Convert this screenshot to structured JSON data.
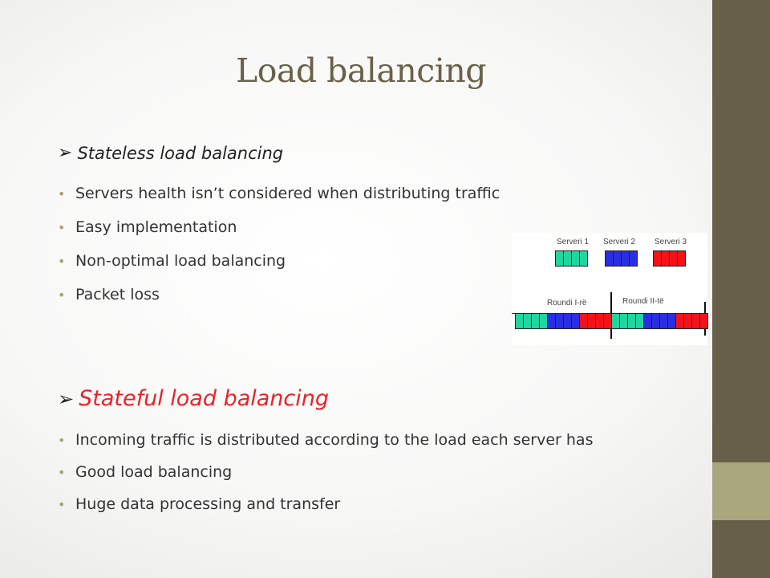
{
  "slide": {
    "title": "Load balancing",
    "colors": {
      "title": "#6a6148",
      "sidebar": "#675f4a",
      "sidebar_accent": "#aaa67e",
      "stateful_heading": "#e8232a"
    }
  },
  "sections": [
    {
      "heading": "Stateless load balancing",
      "bullets": [
        "Servers health isn’t considered when distributing traffic",
        "Easy implementation",
        "Non-optimal load balancing",
        "Packet loss"
      ]
    },
    {
      "heading": "Stateful load balancing",
      "bullets": [
        "Incoming traffic is distributed according to the load each server has",
        "Good load balancing",
        "Huge data processing and transfer"
      ]
    }
  ],
  "diagram": {
    "servers": [
      {
        "label": "Serveri 1",
        "color": "#22d49e"
      },
      {
        "label": "Serveri 2",
        "color": "#2a2ee0"
      },
      {
        "label": "Serveri 3",
        "color": "#f0141a"
      }
    ],
    "cells_per_server": 4,
    "round_labels": [
      "Roundi I-rë",
      "Roundi II-të"
    ]
  }
}
